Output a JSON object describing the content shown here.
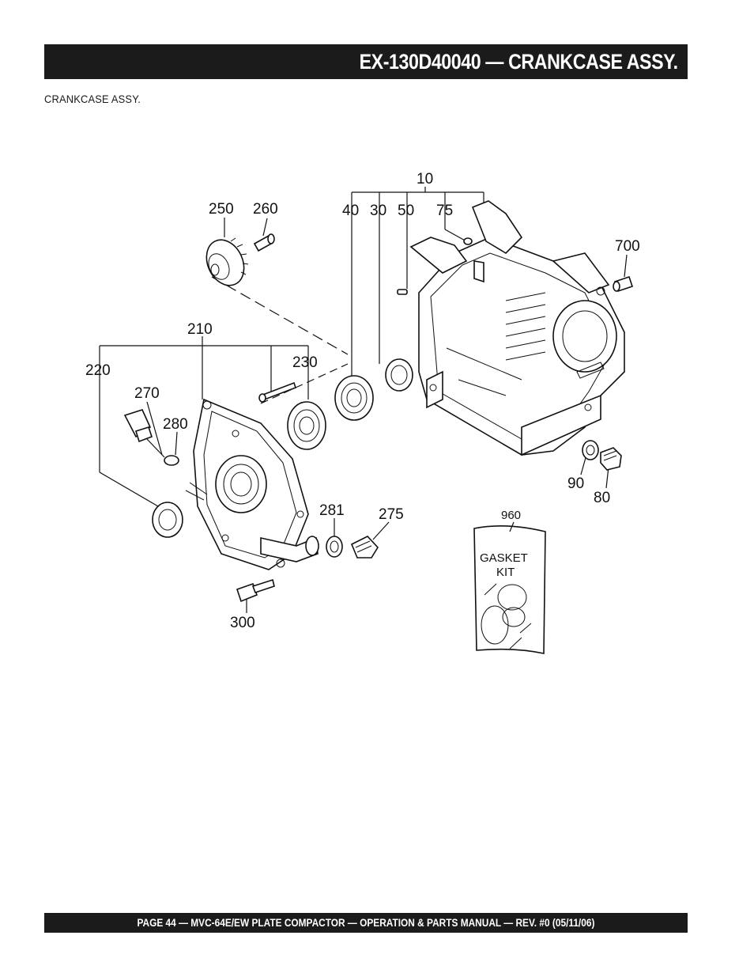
{
  "header": {
    "title": "EX-130D40040 — CRANKCASE ASSY."
  },
  "subtitle": "CRANKCASE ASSY.",
  "diagram": {
    "labels": {
      "p10": "10",
      "p40": "40",
      "p30": "30",
      "p50": "50",
      "p75": "75",
      "p250": "250",
      "p260": "260",
      "p700": "700",
      "p210": "210",
      "p230": "230",
      "p220": "220",
      "p270": "270",
      "p280": "280",
      "p281": "281",
      "p275": "275",
      "p300": "300",
      "p90": "90",
      "p80": "80",
      "p960": "960"
    },
    "gasket_kit": {
      "line1": "GASKET",
      "line2": "KIT"
    }
  },
  "footer": {
    "text": "PAGE 44 —  MVC-64E/EW PLATE COMPACTOR —  OPERATION & PARTS  MANUAL — REV. #0 (05/11/06)"
  }
}
